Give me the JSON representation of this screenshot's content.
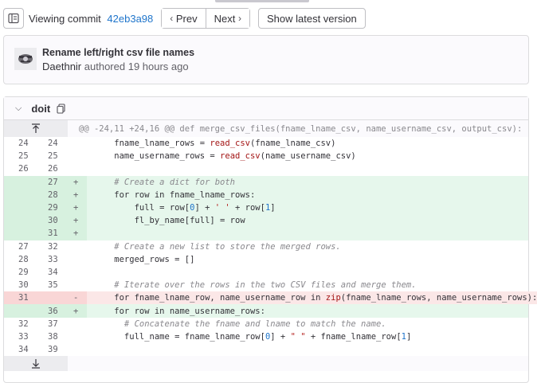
{
  "toolbar": {
    "viewing_label": "Viewing commit",
    "commit_sha": "42eb3a98",
    "prev_label": "Prev",
    "next_label": "Next",
    "latest_label": "Show latest version"
  },
  "commit": {
    "title": "Rename left/right csv file names",
    "author": "Daethnir",
    "authored": "authored",
    "time": "19 hours ago"
  },
  "file": {
    "name": "doit"
  },
  "hunk_header": "@@ -24,11 +24,16 @@ def merge_csv_files(fname_lname_csv, name_username_csv, output_csv):",
  "lines": [
    {
      "old": "24",
      "new": "24",
      "sign": "",
      "type": "ctx",
      "code": "    fname_lname_rows = read_csv(fname_lname_csv)"
    },
    {
      "old": "25",
      "new": "25",
      "sign": "",
      "type": "ctx",
      "code": "    name_username_rows = read_csv(name_username_csv)"
    },
    {
      "old": "26",
      "new": "26",
      "sign": "",
      "type": "ctx",
      "code": ""
    },
    {
      "old": "",
      "new": "27",
      "sign": "+",
      "type": "add",
      "code": "    # Create a dict for both"
    },
    {
      "old": "",
      "new": "28",
      "sign": "+",
      "type": "add",
      "code": "    for row in fname_lname_rows:"
    },
    {
      "old": "",
      "new": "29",
      "sign": "+",
      "type": "add",
      "code": "        full = row[0] + ' ' + row[1]"
    },
    {
      "old": "",
      "new": "30",
      "sign": "+",
      "type": "add",
      "code": "        fl_by_name[full] = row"
    },
    {
      "old": "",
      "new": "31",
      "sign": "+",
      "type": "add",
      "code": ""
    },
    {
      "old": "27",
      "new": "32",
      "sign": "",
      "type": "ctx",
      "code": "    # Create a new list to store the merged rows."
    },
    {
      "old": "28",
      "new": "33",
      "sign": "",
      "type": "ctx",
      "code": "    merged_rows = []"
    },
    {
      "old": "29",
      "new": "34",
      "sign": "",
      "type": "ctx",
      "code": ""
    },
    {
      "old": "30",
      "new": "35",
      "sign": "",
      "type": "ctx",
      "code": "    # Iterate over the rows in the two CSV files and merge them."
    },
    {
      "old": "31",
      "new": "",
      "sign": "-",
      "type": "del",
      "code": "    for fname_lname_row, name_username_row in zip(fname_lname_rows, name_username_rows):"
    },
    {
      "old": "",
      "new": "36",
      "sign": "+",
      "type": "add",
      "code": "    for row in name_username_rows:"
    },
    {
      "old": "32",
      "new": "37",
      "sign": "",
      "type": "ctx",
      "code": "      # Concatenate the fname and lname to match the name."
    },
    {
      "old": "33",
      "new": "38",
      "sign": "",
      "type": "ctx",
      "code": "      full_name = fname_lname_row[0] + \" \" + fname_lname_row[1]"
    },
    {
      "old": "34",
      "new": "39",
      "sign": "",
      "type": "ctx",
      "code": ""
    }
  ],
  "icons": {
    "file_tree": "file-tree-icon",
    "prev": "chevron-left-icon",
    "next": "chevron-right-icon",
    "collapse": "chevron-down-icon",
    "copy": "copy-icon",
    "expand_up": "arrow-up-icon",
    "expand_down": "arrow-down-icon"
  }
}
